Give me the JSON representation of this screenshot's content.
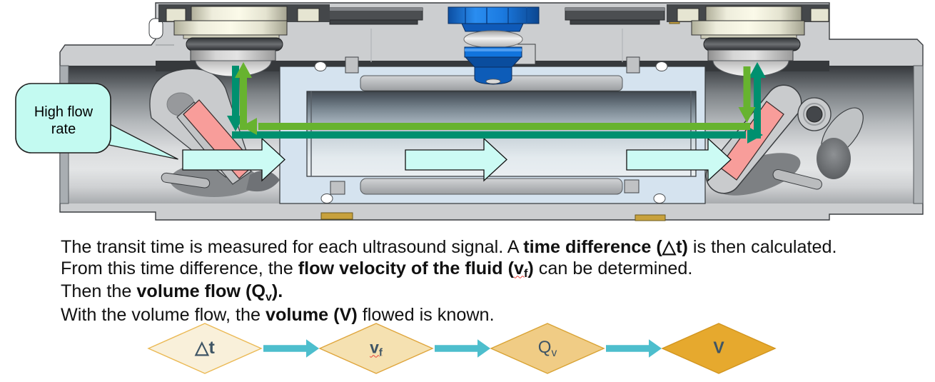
{
  "callout": {
    "line1": "High flow",
    "line2": "rate"
  },
  "paragraph": {
    "line1": {
      "pre": "The transit time is measured for each ultrasound signal. A ",
      "bold": "time difference (△t)",
      "post": " is then calculated."
    },
    "line2": {
      "pre": "From this time difference, the ",
      "bold_open": "flow velocity of the fluid (",
      "vf_main": "v",
      "vf_sub": "f",
      "bold_close": ")",
      "post": " can be determined."
    },
    "line3": {
      "pre": "Then the ",
      "bold_open": "volume flow (Q",
      "sub": "v",
      "bold_close": ").",
      "post": ""
    },
    "line4": {
      "pre": "With the volume flow, the ",
      "bold": "volume (V)",
      "post": " flowed is known."
    }
  },
  "flow_diagram": {
    "arrow_color": "#4dbecd",
    "label_color": "#3f5565",
    "steps": [
      {
        "label_main": "△t",
        "label_sub": "",
        "fill": "#f9f0da",
        "border": "#ebb954"
      },
      {
        "label_main": "v",
        "label_sub": "f",
        "fill": "#f5e1b1",
        "border": "#dfa53c"
      },
      {
        "label_main": "Q",
        "label_sub": "v",
        "fill": "#f0cc85",
        "border": "#d9a334"
      },
      {
        "label_main": "V",
        "label_sub": "",
        "fill": "#e6a92e",
        "border": "#d2951f"
      }
    ]
  },
  "machine": {
    "colors": {
      "body": "#ccced0",
      "outline": "#3a3d40",
      "liner_blue": "#d5e3ef",
      "reflector_pink": "#f89d9a",
      "flow_arrow_fill": "#ccfbf4",
      "callout_fill": "#c3faf1",
      "signal_downstream_green": "#00906f",
      "signal_upstream_green": "#67b32f",
      "sensor_blue": "#1b7ae0",
      "gold": "#c8a13c"
    }
  }
}
